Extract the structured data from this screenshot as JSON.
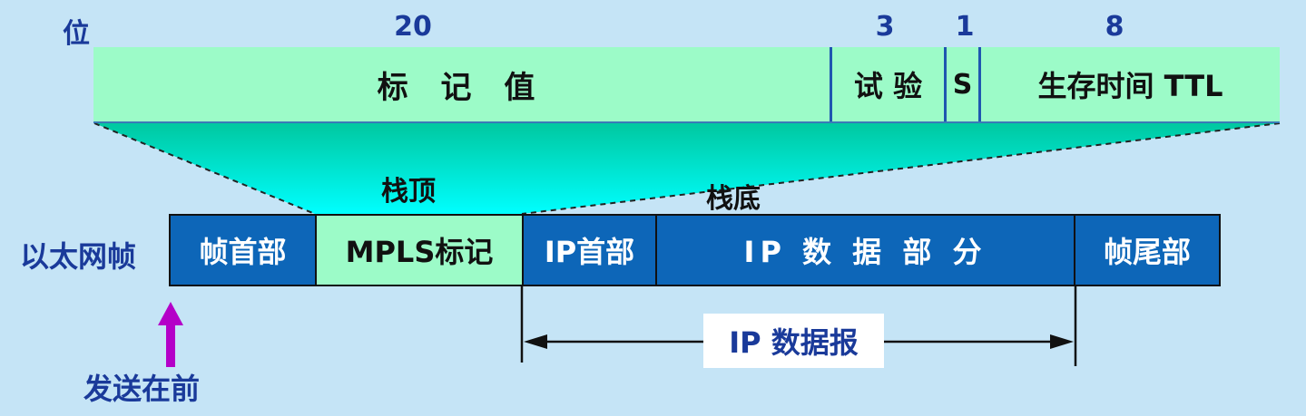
{
  "header": {
    "bit_label": "位",
    "widths": [
      "20",
      "3",
      "1",
      "8"
    ]
  },
  "label_fields": {
    "label_value": "标 记 值",
    "experimental": "试 验",
    "s": "S",
    "ttl": "生存时间 TTL"
  },
  "stack": {
    "top": "栈顶",
    "bottom": "栈底"
  },
  "frame": {
    "row_label": "以太网帧",
    "cells": [
      "帧首部",
      "MPLS标记",
      "IP首部",
      "IP 数 据 部 分",
      "帧尾部"
    ]
  },
  "datagram": {
    "label": "IP 数据报"
  },
  "send_first": {
    "label": "发送在前"
  },
  "colors": {
    "background": "#c5e4f6",
    "label_field_fill": "#9cfbc8",
    "frame_dark": "#0d66b8",
    "arrow": "#b400c8",
    "text_blue": "#1a3a9a",
    "funnel_top": "#00c8a0",
    "funnel_bottom": "#00ffff"
  }
}
